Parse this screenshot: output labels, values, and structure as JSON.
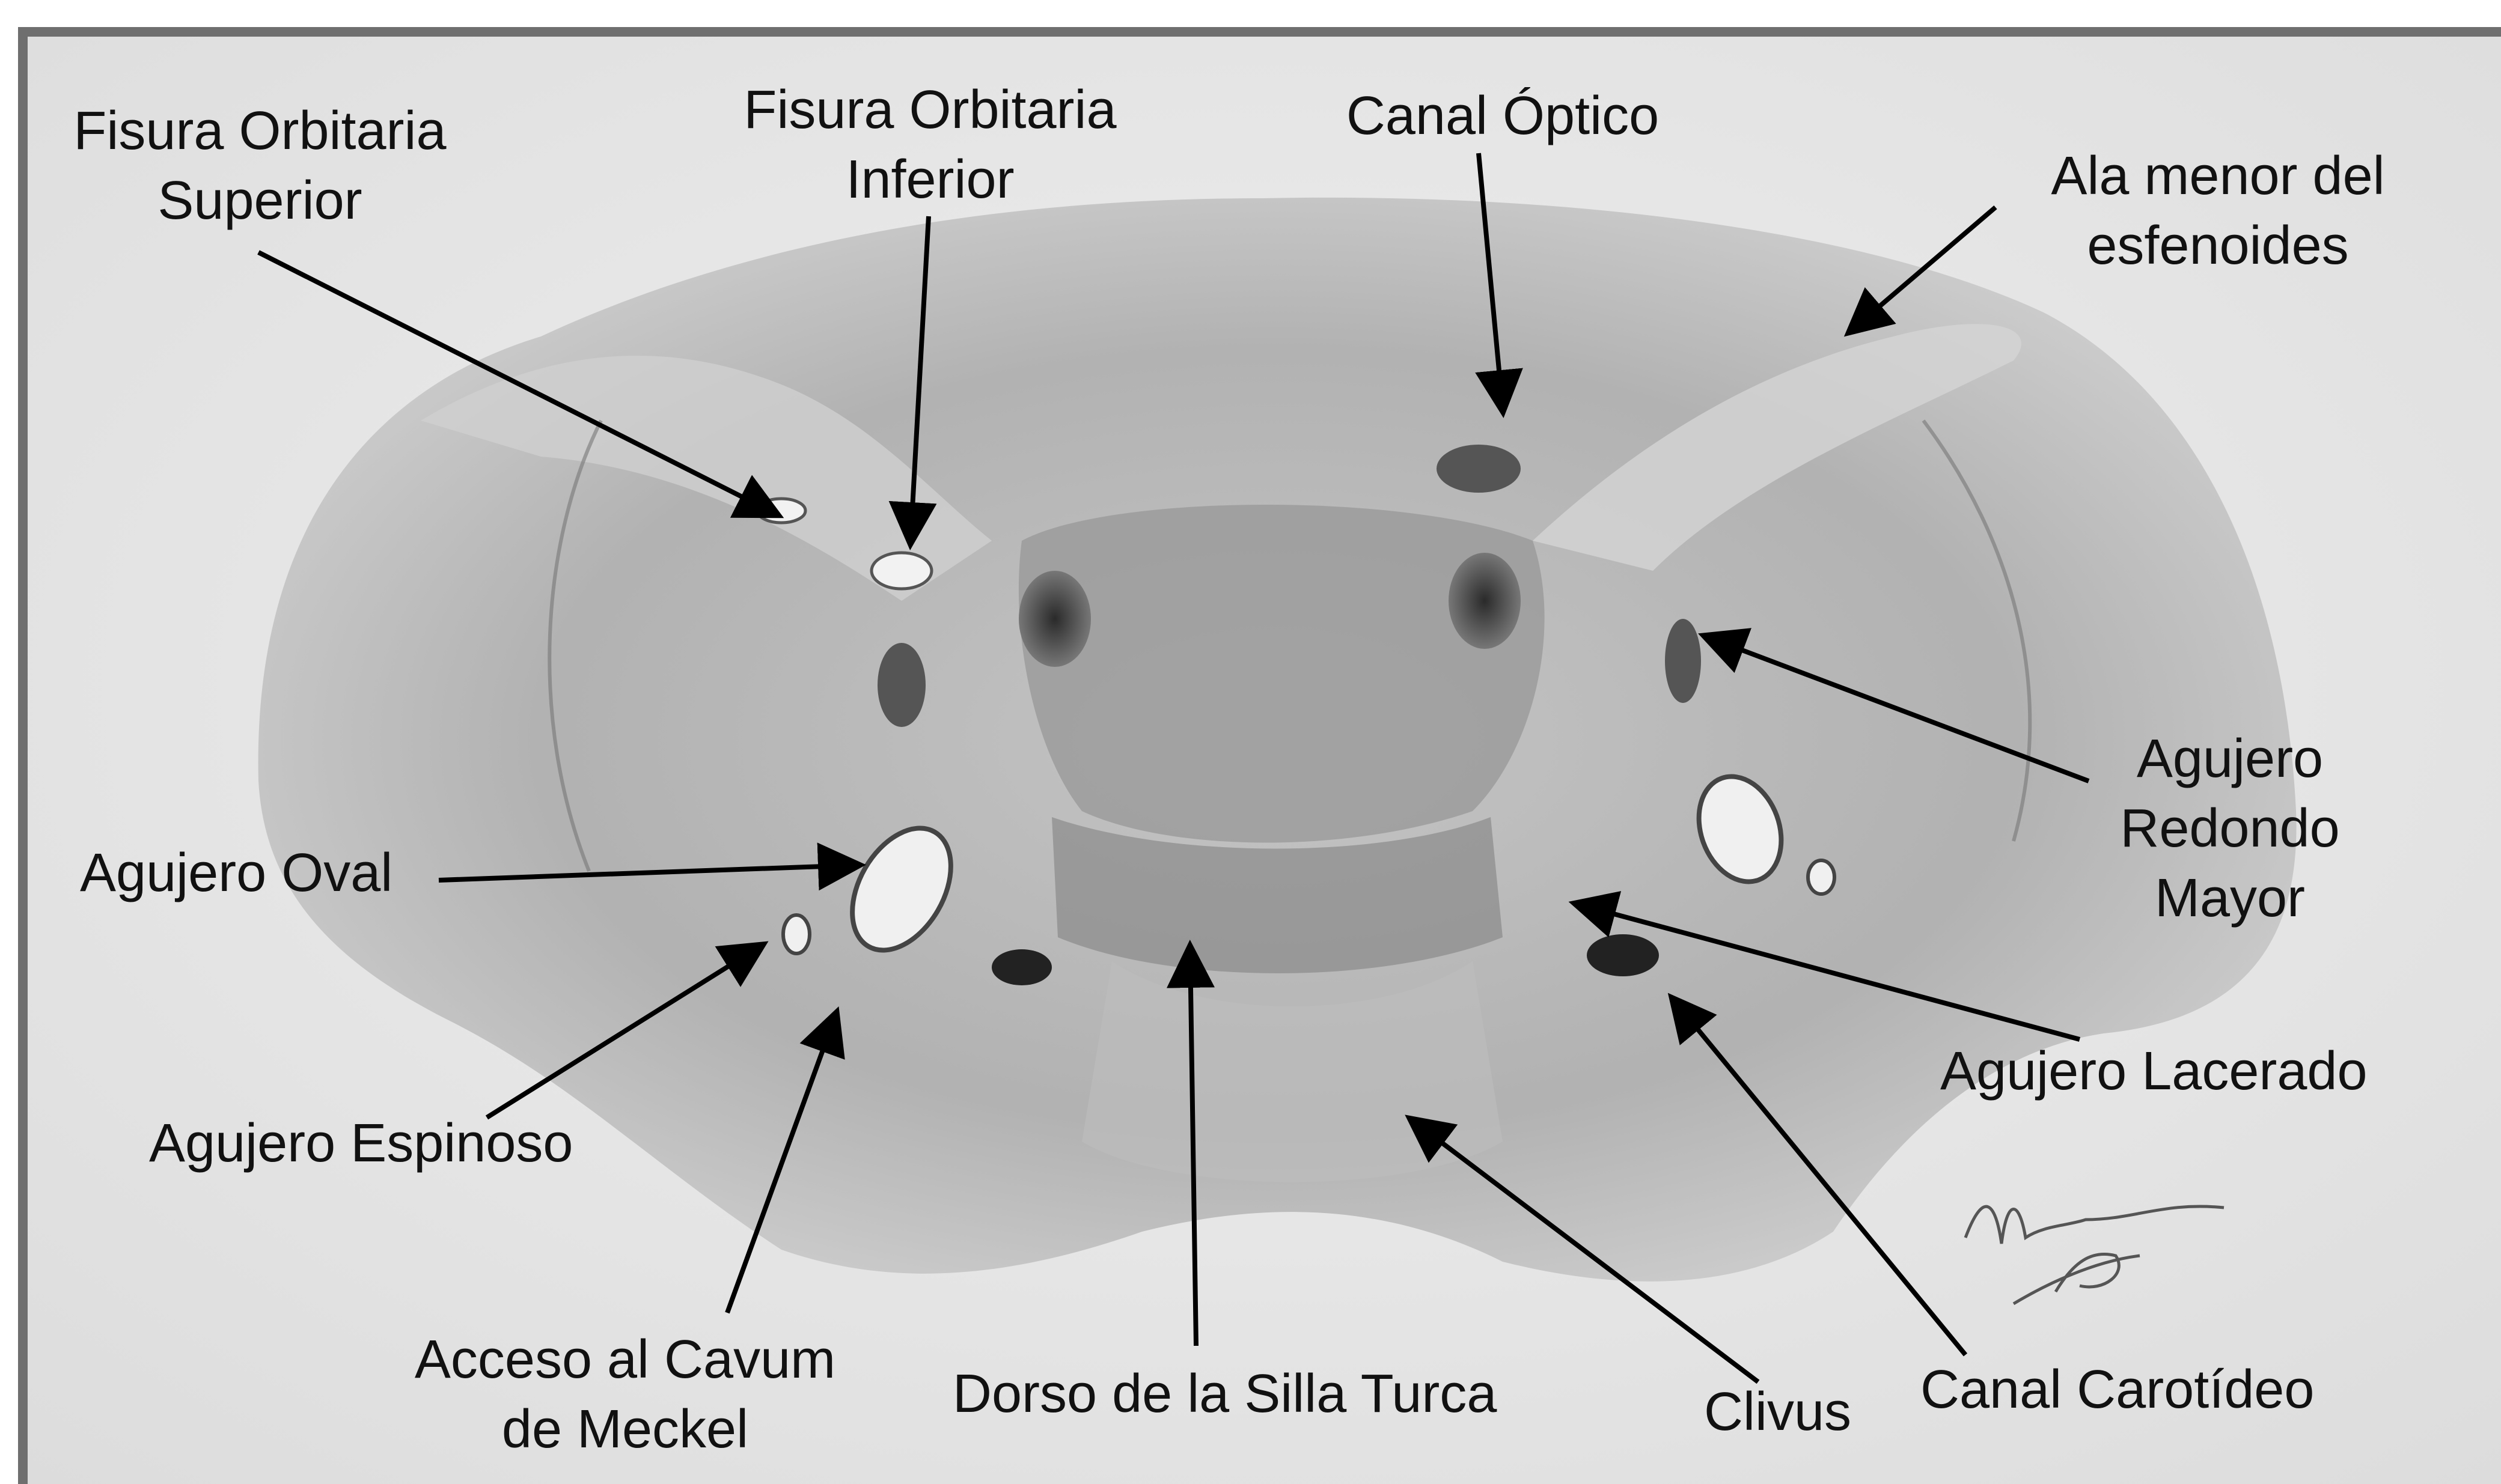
{
  "labels": {
    "fisura_orbitaria_superior": [
      "Fisura Orbitaria",
      "Superior"
    ],
    "fisura_orbitaria_inferior": [
      "Fisura Orbitaria",
      "Inferior"
    ],
    "canal_optico": "Canal Óptico",
    "ala_menor": [
      "Ala menor del",
      "esfenoides"
    ],
    "agujero_redondo_mayor": [
      "Agujero",
      "Redondo",
      "Mayor"
    ],
    "agujero_oval": "Agujero Oval",
    "agujero_espinoso": "Agujero Espinoso",
    "acceso_cavum": [
      "Acceso al Cavum",
      "de Meckel"
    ],
    "dorso_silla_turca": "Dorso de la Silla Turca",
    "clivus": "Clivus",
    "canal_carotideo": "Canal Carotídeo",
    "agujero_lacerado": "Agujero Lacerado"
  },
  "signature": "Marc Jiménez",
  "colors": {
    "paper": "#e9e9e9",
    "frame": "#6f6f6f",
    "text": "#111111",
    "arrow": "#000000"
  }
}
